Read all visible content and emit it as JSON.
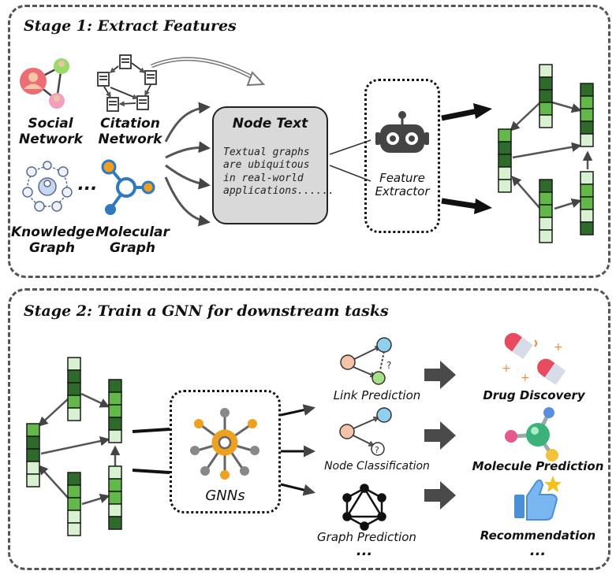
{
  "stage1": {
    "title": "Stage 1: Extract Features",
    "sources": {
      "social": "Social\nNetwork",
      "citation": "Citation\nNetwork",
      "knowledge": "Knowledge\nGraph",
      "ellipsis": "...",
      "molecular": "Molecular\nGraph"
    },
    "node_text": {
      "title": "Node Text",
      "body": "Textual graphs\nare ubiquitous\nin real-world\napplications......"
    },
    "extractor": {
      "label": "Feature\nExtractor"
    }
  },
  "stage2": {
    "title": "Stage 2: Train a GNN for downstream tasks",
    "gnn": {
      "label": "GNNs"
    },
    "tasks": {
      "link": "Link Prediction",
      "node": "Node Classification",
      "graph": "Graph Prediction",
      "ellipsis": "..."
    },
    "apps": {
      "drug": "Drug Discovery",
      "molecule": "Molecule Prediction",
      "recommendation": "Recommendation",
      "ellipsis": "..."
    }
  },
  "colors": {
    "feature_dark": "#2e6b2a",
    "feature_mid": "#63b84a",
    "feature_light": "#d8f1d0",
    "node_text_fill": "#d9d9d9",
    "accent_blue": "#2f79c0",
    "accent_orange": "#f0a020"
  }
}
